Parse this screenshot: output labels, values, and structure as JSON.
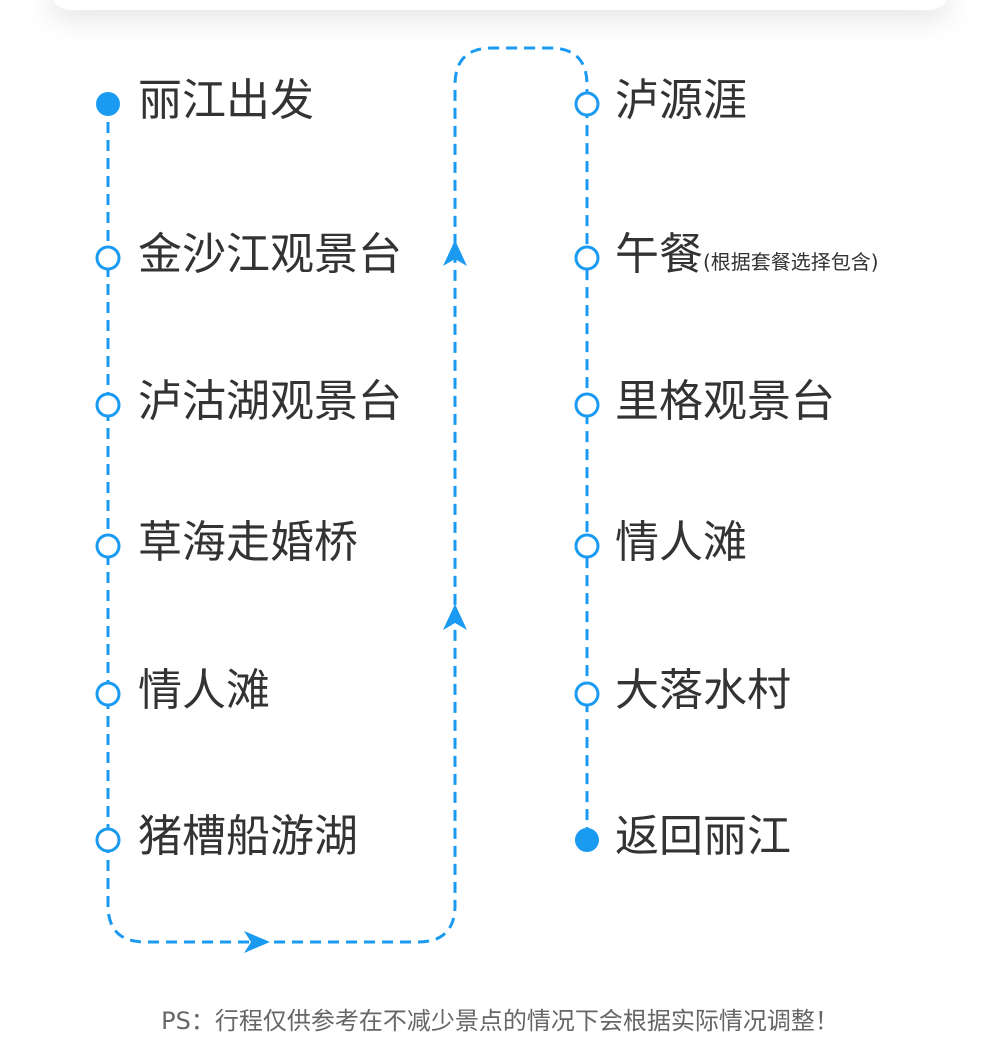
{
  "colors": {
    "route": "#1a9af0",
    "text": "#333333",
    "footer": "#666666"
  },
  "stops_left": [
    {
      "label": "丽江出发",
      "marker": "filled"
    },
    {
      "label": "金沙江观景台",
      "marker": "hollow"
    },
    {
      "label": "泸沽湖观景台",
      "marker": "hollow"
    },
    {
      "label": "草海走婚桥",
      "marker": "hollow"
    },
    {
      "label": "情人滩",
      "marker": "hollow"
    },
    {
      "label": "猪槽船游湖",
      "marker": "hollow"
    }
  ],
  "stops_right": [
    {
      "label": "泸源涯",
      "marker": "hollow",
      "note": ""
    },
    {
      "label": "午餐",
      "marker": "hollow",
      "note": "(根据套餐选择包含)"
    },
    {
      "label": "里格观景台",
      "marker": "hollow",
      "note": ""
    },
    {
      "label": "情人滩",
      "marker": "hollow",
      "note": ""
    },
    {
      "label": "大落水村",
      "marker": "hollow",
      "note": ""
    },
    {
      "label": "返回丽江",
      "marker": "filled",
      "note": ""
    }
  ],
  "footer_text": "PS：行程仅供参考在不减少景点的情况下会根据实际情况调整！"
}
